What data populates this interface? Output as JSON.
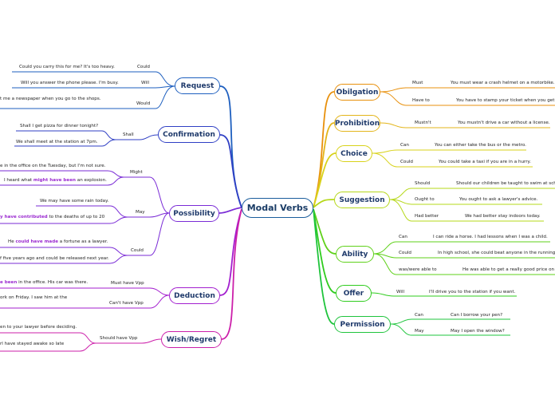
{
  "central": "Modal Verbs",
  "colors": {
    "center": "#1a5d9c",
    "request": "#1e5fbf",
    "confirmation": "#2f3fc4",
    "possibility": "#7a2bd6",
    "deduction": "#a31fcf",
    "wish": "#cc1faa",
    "obligation": "#e8900c",
    "prohibition": "#e3b51a",
    "choice": "#d8d21a",
    "suggestion": "#b6d81a",
    "ability": "#5fd11a",
    "offer": "#2fcc1e",
    "permission": "#1fc43c"
  },
  "left": {
    "request": {
      "label": "Request",
      "can_label": "Could",
      "can_ex": "Could you carry this for me? It's too heavy.",
      "will_label": "Will",
      "will_ex": "Will you answer the phone please. I'm busy.",
      "would_label": "Would",
      "would_ex": "t me a newspaper when you go to the shops."
    },
    "confirmation": {
      "label": "Confirmation",
      "shall_label": "Shall",
      "ex1": "Shall I get pizza for dinner tonight?",
      "ex2": "We shall meet at the station at 7pm."
    },
    "possibility": {
      "label": "Possibility",
      "might_label": "Might",
      "might_ex1": "e in the office on the Tuesday, but I'm not sure.",
      "might_ex2_a": "I heard what ",
      "might_ex2_b": "might have been",
      "might_ex2_c": " an explosion.",
      "may_label": "May",
      "may_ex1": "We may have some rain today.",
      "may_ex2_b": "y have contributed",
      "may_ex2_c": " to the deaths of up to 20",
      "could_label": "Could",
      "could_ex1_a": "He ",
      "could_ex1_b": "could have made",
      "could_ex1_c": " a fortune as a lawyer.",
      "could_ex2": "f five years ago and could be released next year."
    },
    "deduction": {
      "label": "Deduction",
      "must_label": "Must have Vpp",
      "must_ex_b": "e been",
      "must_ex_c": " in the office. His car was there.",
      "cant_label": "Can't have Vpp",
      "cant_ex": "ork on Friday. I saw him at the"
    },
    "wish": {
      "label": "Wish/Regret",
      "should_label": "Should have Vpp",
      "ex1": "en to your lawyer before deciding.",
      "ex2": "rl have stayed awake so late"
    }
  },
  "right": {
    "obligation": {
      "label": "Obilgation",
      "must_label": "Must",
      "must_ex": "You must wear a crash helmet on a motorbike.",
      "have_label": "Have to",
      "have_ex": "You have to stamp your ticket when you get o"
    },
    "prohibition": {
      "label": "Prohibition",
      "mustnt_label": "Mustn't",
      "mustnt_ex": "You mustn't drive a car without a license."
    },
    "choice": {
      "label": "Choice",
      "can_label": "Can",
      "can_ex": "You can either take the bus or the metro.",
      "could_label": "Could",
      "could_ex": "You could take a taxi if you are in a hurry."
    },
    "suggestion": {
      "label": "Suggestion",
      "should_label": "Should",
      "should_ex": "Should our children be taught to swim at sch",
      "ought_label": "Ought to",
      "ought_ex": "You ought to ask a lawyer's advice.",
      "better_label": "Had better",
      "better_ex": "We had better stay indoors today."
    },
    "ability": {
      "label": "Ability",
      "can_label": "Can",
      "can_ex": "I can ride a horse. I had lessons when I was a child.",
      "could_label": "Could",
      "could_ex": "In high school, she could beat anyone in the running",
      "was_label": "was/were able to",
      "was_ex": "He was able to get a really good price on"
    },
    "offer": {
      "label": "Offer",
      "will_label": "Will",
      "will_ex": "I'll drive you to the station if you want."
    },
    "permission": {
      "label": "Permission",
      "can_label": "Can",
      "can_ex": "Can I borrow your pen?",
      "may_label": "May",
      "may_ex": "May I open the window?"
    }
  }
}
